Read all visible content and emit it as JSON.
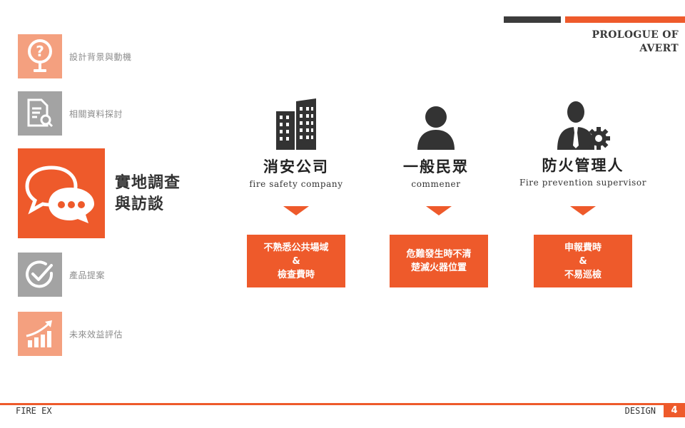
{
  "header": {
    "title_line1": "PROLOGUE OF",
    "title_line2": "AVERT"
  },
  "nav": {
    "items": [
      {
        "label": "設計背景與動機",
        "icon": "question-pin-icon"
      },
      {
        "label": "相關資料探討",
        "icon": "document-search-icon"
      },
      {
        "label_line1": "實地調查",
        "label_line2": "與訪談",
        "icon": "chat-bubbles-icon",
        "active": true
      },
      {
        "label": "產品提案",
        "icon": "check-circle-icon"
      },
      {
        "label": "未來效益評估",
        "icon": "growth-chart-icon"
      }
    ]
  },
  "columns": [
    {
      "title": "消安公司",
      "subtitle": "fire safety company",
      "icon": "building-icon",
      "box_lines": [
        "不熟悉公共場域",
        "&",
        "檢查費時"
      ]
    },
    {
      "title": "一般民眾",
      "subtitle": "commener",
      "icon": "person-icon",
      "box_lines": [
        "危難發生時不清",
        "楚滅火器位置"
      ]
    },
    {
      "title": "防火管理人",
      "subtitle": "Fire prevention supervisor",
      "icon": "manager-gear-icon",
      "box_lines": [
        "申報費時",
        "&",
        "不易巡檢"
      ]
    }
  ],
  "footer": {
    "left": "FIRE EX",
    "right": "DESIGN",
    "page": "4"
  },
  "colors": {
    "accent": "#ee5a2b",
    "dark": "#3c3c3c",
    "peach": "#f4a07f",
    "grey": "#a3a3a3"
  }
}
